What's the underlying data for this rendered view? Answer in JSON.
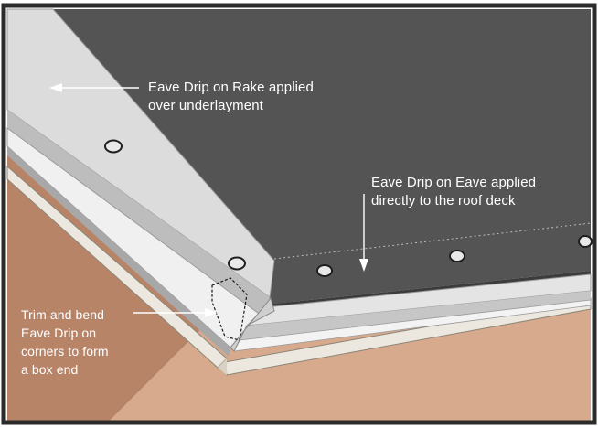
{
  "callouts": {
    "rake": "Eave Drip on Rake applied\nover underlayment",
    "eave": "Eave Drip on Eave applied\ndirectly to the roof deck",
    "trim": "Trim and bend\nEave Drip on\ncorners to form\na box end"
  },
  "colors": {
    "frame": "#2b2b2b",
    "roof_deck": "#545454",
    "drip_edge": "#d8d8d8",
    "fascia_wood": "#b88468",
    "trim_board": "#ece8df",
    "label_text": "#ffffff"
  }
}
